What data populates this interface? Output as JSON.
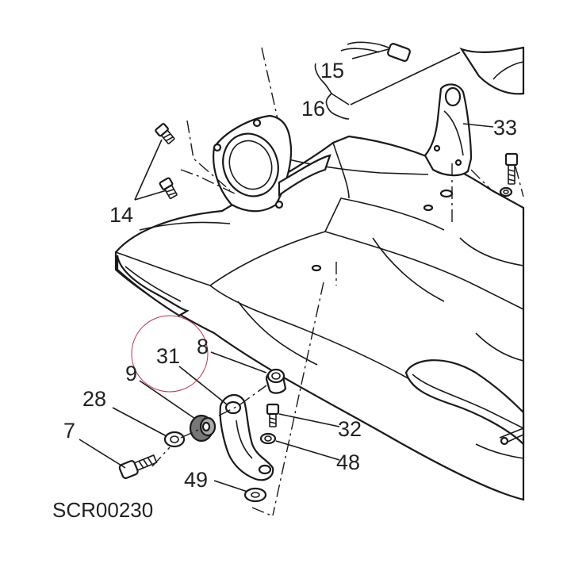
{
  "diagram": {
    "callouts": [
      {
        "id": "c15",
        "text": "15"
      },
      {
        "id": "c16",
        "text": "16"
      },
      {
        "id": "c33",
        "text": "33"
      },
      {
        "id": "c14",
        "text": "14"
      },
      {
        "id": "c8",
        "text": "8"
      },
      {
        "id": "c31",
        "text": "31"
      },
      {
        "id": "c9",
        "text": "9"
      },
      {
        "id": "c28",
        "text": "28"
      },
      {
        "id": "c7",
        "text": "7"
      },
      {
        "id": "c32",
        "text": "32"
      },
      {
        "id": "c48",
        "text": "48"
      },
      {
        "id": "c49",
        "text": "49"
      }
    ],
    "drawing_code": "SCR00230",
    "highlight_color": "#b0384c"
  }
}
